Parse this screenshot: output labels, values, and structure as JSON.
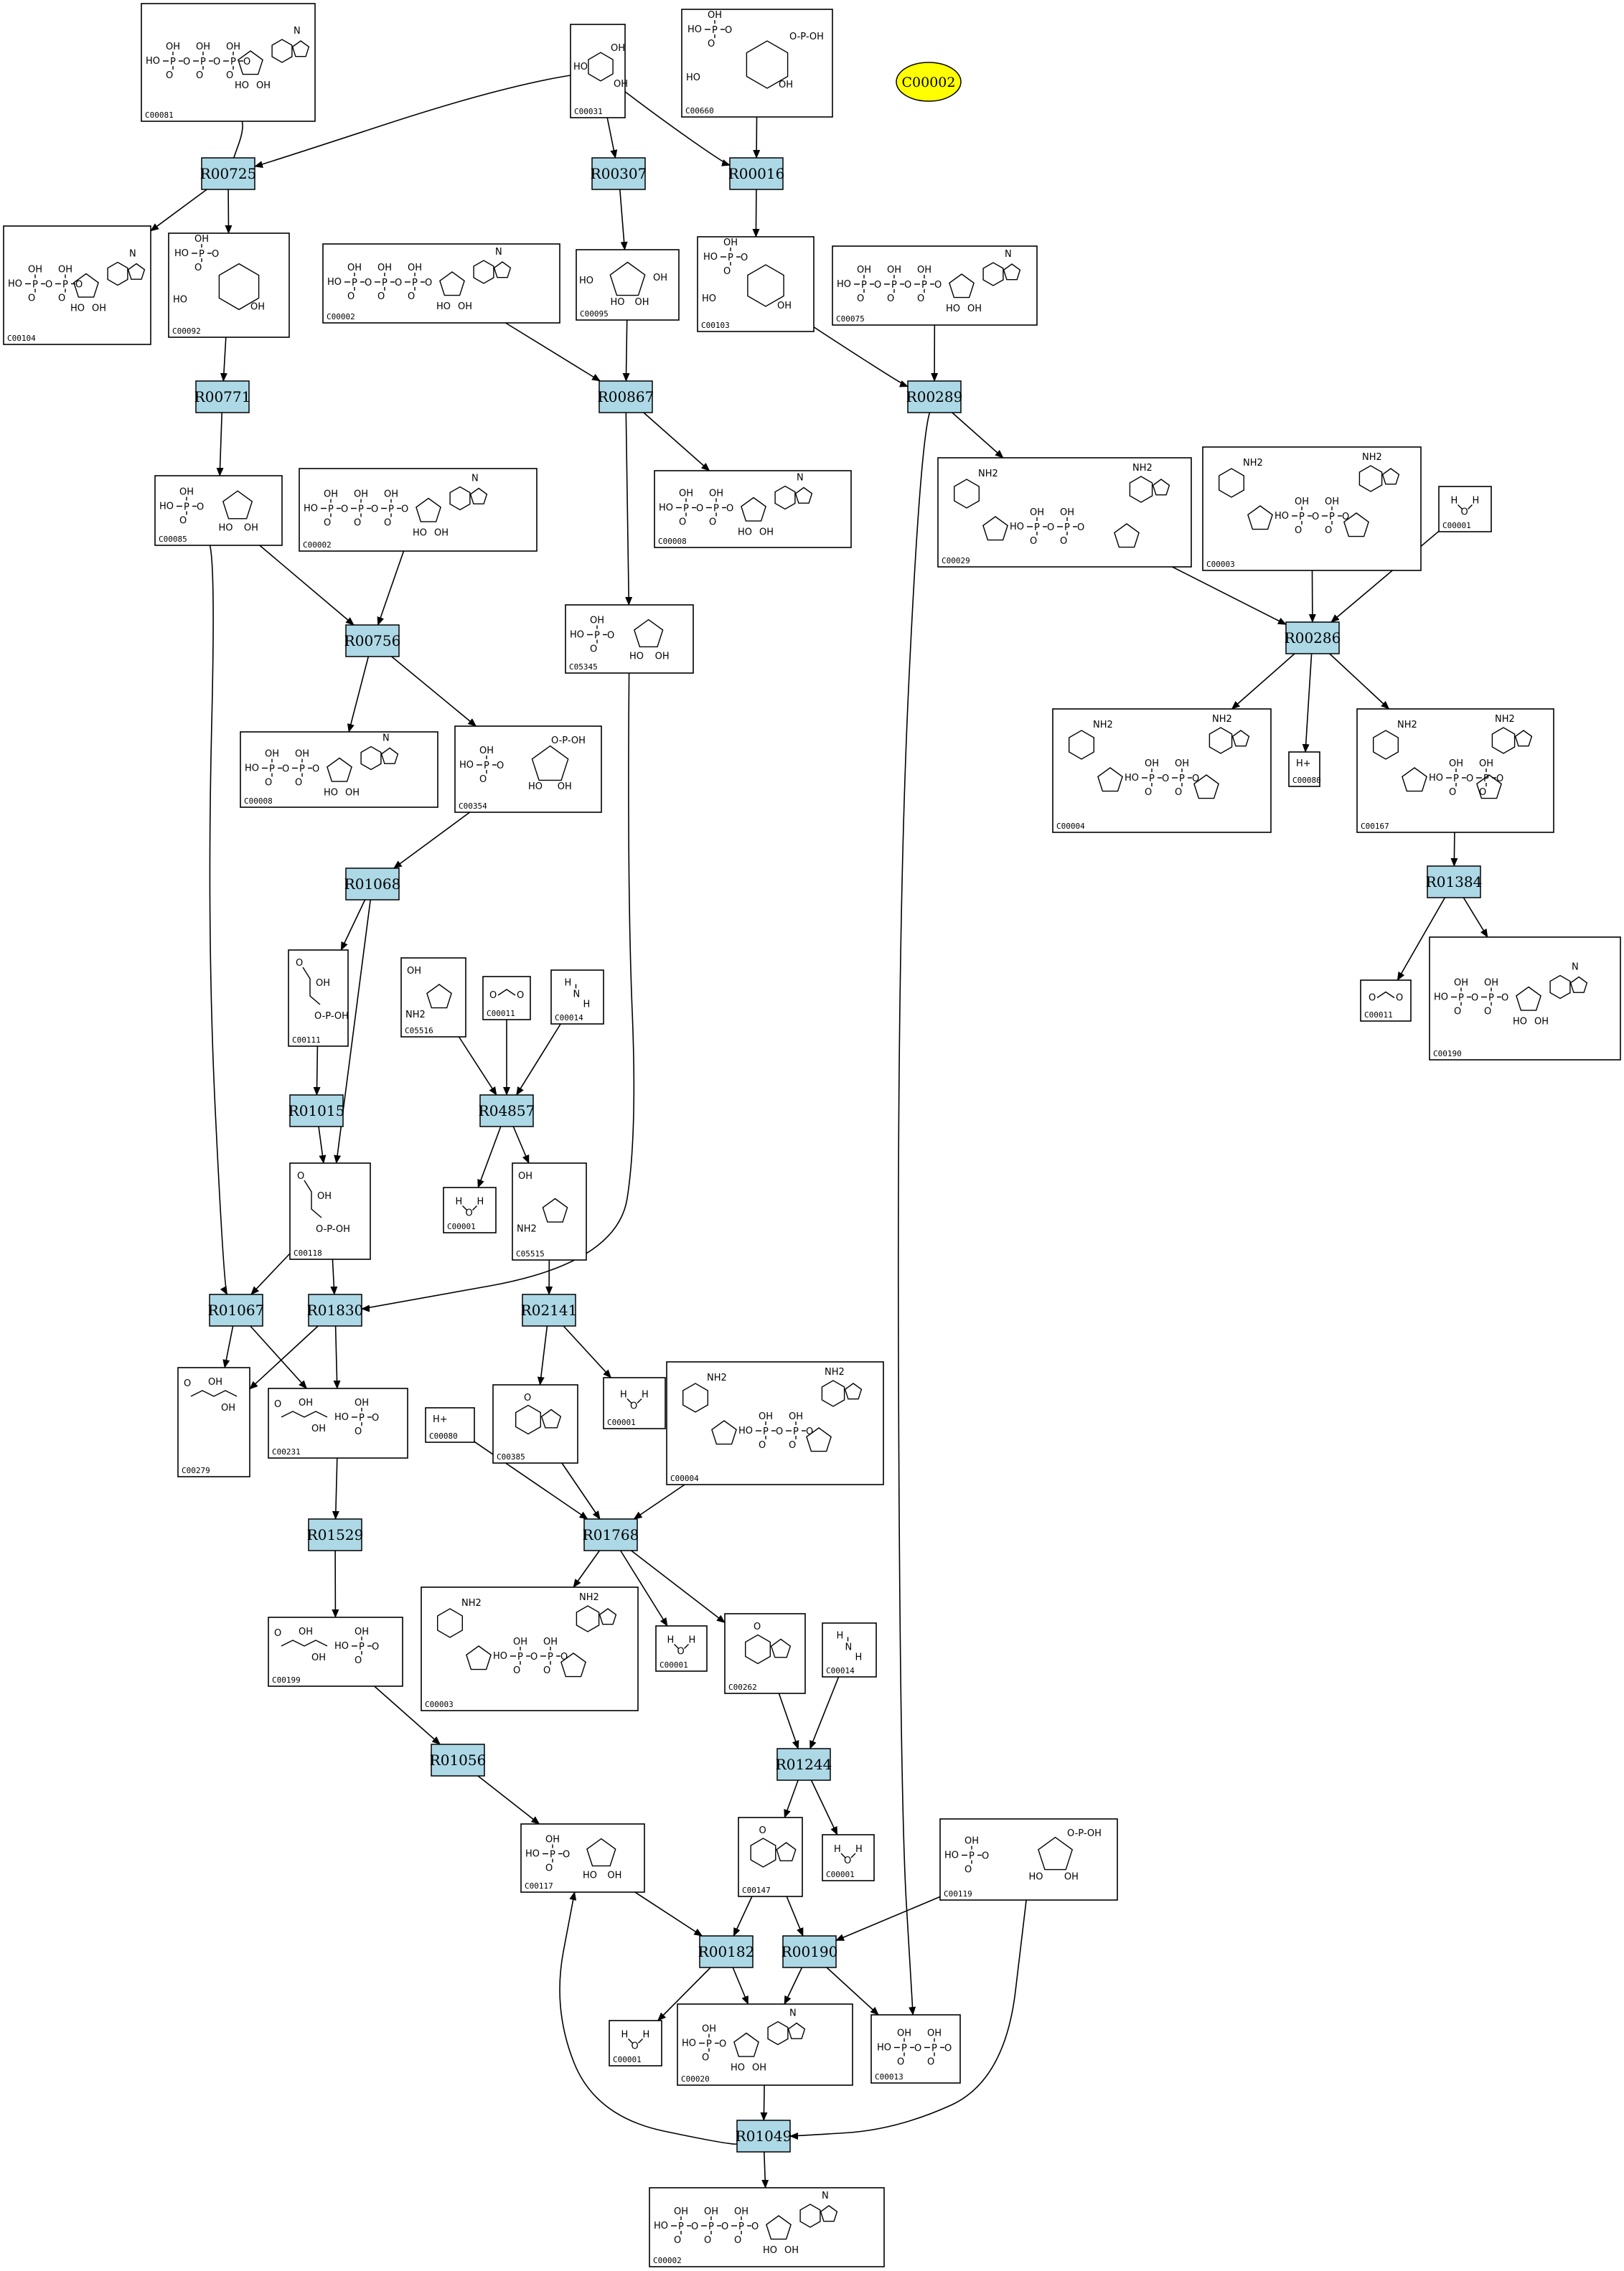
{
  "highlight": {
    "id": "C00002",
    "color": "#ffff00"
  },
  "reaction_color": "#add8e6",
  "reactions": [
    {
      "id": "R00725"
    },
    {
      "id": "R00307"
    },
    {
      "id": "R00016"
    },
    {
      "id": "R00771"
    },
    {
      "id": "R00867"
    },
    {
      "id": "R00289"
    },
    {
      "id": "R00756"
    },
    {
      "id": "R00286"
    },
    {
      "id": "R01068"
    },
    {
      "id": "R01384"
    },
    {
      "id": "R01015"
    },
    {
      "id": "R04857"
    },
    {
      "id": "R01067"
    },
    {
      "id": "R01830"
    },
    {
      "id": "R02141"
    },
    {
      "id": "R01529"
    },
    {
      "id": "R01768"
    },
    {
      "id": "R01056"
    },
    {
      "id": "R01244"
    },
    {
      "id": "R00182"
    },
    {
      "id": "R00190"
    },
    {
      "id": "R01049"
    }
  ],
  "compounds": [
    {
      "id": "C00081",
      "label": "C00081",
      "motif": "ntp"
    },
    {
      "id": "C00031",
      "label": "C00031",
      "motif": "sugar6"
    },
    {
      "id": "C00660",
      "label": "C00660",
      "motif": "sugar6p2"
    },
    {
      "id": "C00104",
      "label": "C00104",
      "motif": "ndp"
    },
    {
      "id": "C00092",
      "label": "C00092",
      "motif": "sugar6p"
    },
    {
      "id": "C00002a",
      "label": "C00002",
      "motif": "ntp"
    },
    {
      "id": "C00095",
      "label": "C00095",
      "motif": "sugar5"
    },
    {
      "id": "C00103",
      "label": "C00103",
      "motif": "sugar6p"
    },
    {
      "id": "C00075",
      "label": "C00075",
      "motif": "ntp"
    },
    {
      "id": "C00085",
      "label": "C00085",
      "motif": "sugar5p"
    },
    {
      "id": "C00002b",
      "label": "C00002",
      "motif": "ntp"
    },
    {
      "id": "C00008a",
      "label": "C00008",
      "motif": "ndp"
    },
    {
      "id": "C00029",
      "label": "C00029",
      "motif": "dinuc"
    },
    {
      "id": "C00003a",
      "label": "C00003",
      "motif": "dinuc"
    },
    {
      "id": "C00001a",
      "label": "C00001",
      "motif": "water"
    },
    {
      "id": "C05345",
      "label": "C05345",
      "motif": "sugar5p"
    },
    {
      "id": "C00008b",
      "label": "C00008",
      "motif": "ndp"
    },
    {
      "id": "C00354",
      "label": "C00354",
      "motif": "sugar5p2"
    },
    {
      "id": "C00004a",
      "label": "C00004",
      "motif": "dinuc"
    },
    {
      "id": "C00080a",
      "label": "C00080",
      "motif": "proton"
    },
    {
      "id": "C00167",
      "label": "C00167",
      "motif": "dinuc"
    },
    {
      "id": "C00111",
      "label": "C00111",
      "motif": "small"
    },
    {
      "id": "C05516",
      "label": "C05516",
      "motif": "ring5"
    },
    {
      "id": "C00011a",
      "label": "C00011",
      "motif": "co2"
    },
    {
      "id": "C00014a",
      "label": "C00014",
      "motif": "nh3"
    },
    {
      "id": "C00011b",
      "label": "C00011",
      "motif": "co2"
    },
    {
      "id": "C00190",
      "label": "C00190",
      "motif": "ndp"
    },
    {
      "id": "C00118",
      "label": "C00118",
      "motif": "small"
    },
    {
      "id": "C00001b",
      "label": "C00001",
      "motif": "water"
    },
    {
      "id": "C05515",
      "label": "C05515",
      "motif": "ring5"
    },
    {
      "id": "C00279",
      "label": "C00279",
      "motif": "chain"
    },
    {
      "id": "C00231",
      "label": "C00231",
      "motif": "chain"
    },
    {
      "id": "C00080b",
      "label": "C00080",
      "motif": "proton"
    },
    {
      "id": "C00385",
      "label": "C00385",
      "motif": "purine"
    },
    {
      "id": "C00001c",
      "label": "C00001",
      "motif": "water"
    },
    {
      "id": "C00004b",
      "label": "C00004",
      "motif": "dinuc"
    },
    {
      "id": "C00199",
      "label": "C00199",
      "motif": "chain"
    },
    {
      "id": "C00003b",
      "label": "C00003",
      "motif": "dinuc"
    },
    {
      "id": "C00001d",
      "label": "C00001",
      "motif": "water"
    },
    {
      "id": "C00262",
      "label": "C00262",
      "motif": "purine"
    },
    {
      "id": "C00014b",
      "label": "C00014",
      "motif": "nh3"
    },
    {
      "id": "C00117",
      "label": "C00117",
      "motif": "sugar5p"
    },
    {
      "id": "C00147",
      "label": "C00147",
      "motif": "purine"
    },
    {
      "id": "C00001e",
      "label": "C00001",
      "motif": "water"
    },
    {
      "id": "C00119",
      "label": "C00119",
      "motif": "sugar5p2"
    },
    {
      "id": "C00001f",
      "label": "C00001",
      "motif": "water"
    },
    {
      "id": "C00020",
      "label": "C00020",
      "motif": "nmp"
    },
    {
      "id": "C00013",
      "label": "C00013",
      "motif": "ppi"
    },
    {
      "id": "C00002c",
      "label": "C00002",
      "motif": "ntp"
    }
  ],
  "edges": [
    [
      "C00031",
      "R00725"
    ],
    [
      "C00081",
      "R00725"
    ],
    [
      "R00725",
      "C00104"
    ],
    [
      "R00725",
      "C00092"
    ],
    [
      "C00031",
      "R00307"
    ],
    [
      "R00307",
      "C00095"
    ],
    [
      "C00031",
      "R00016"
    ],
    [
      "C00660",
      "R00016"
    ],
    [
      "R00016",
      "C00103"
    ],
    [
      "C00092",
      "R00771"
    ],
    [
      "R00771",
      "C00085"
    ],
    [
      "C00002a",
      "R00867"
    ],
    [
      "C00095",
      "R00867"
    ],
    [
      "R00867",
      "C00008b"
    ],
    [
      "R00867",
      "C05345"
    ],
    [
      "C00103",
      "R00289"
    ],
    [
      "C00075",
      "R00289"
    ],
    [
      "R00289",
      "C00029"
    ],
    [
      "R00289",
      "C00013"
    ],
    [
      "C00085",
      "R00756"
    ],
    [
      "C00002b",
      "R00756"
    ],
    [
      "R00756",
      "C00008a"
    ],
    [
      "R00756",
      "C00354"
    ],
    [
      "C00029",
      "R00286"
    ],
    [
      "C00003a",
      "R00286"
    ],
    [
      "C00001a",
      "R00286"
    ],
    [
      "R00286",
      "C00004a"
    ],
    [
      "R00286",
      "C00080a"
    ],
    [
      "R00286",
      "C00167"
    ],
    [
      "C00354",
      "R01068"
    ],
    [
      "R01068",
      "C00111"
    ],
    [
      "R01068",
      "C00118"
    ],
    [
      "C00167",
      "R01384"
    ],
    [
      "R01384",
      "C00011b"
    ],
    [
      "R01384",
      "C00190"
    ],
    [
      "C00111",
      "R01015"
    ],
    [
      "R01015",
      "C00118"
    ],
    [
      "C05516",
      "R04857"
    ],
    [
      "C00011a",
      "R04857"
    ],
    [
      "C00014a",
      "R04857"
    ],
    [
      "R04857",
      "C00001b"
    ],
    [
      "R04857",
      "C05515"
    ],
    [
      "C00085",
      "R01067"
    ],
    [
      "C00118",
      "R01067"
    ],
    [
      "R01067",
      "C00279"
    ],
    [
      "R01067",
      "C00231"
    ],
    [
      "C00118",
      "R01830"
    ],
    [
      "C05345",
      "R01830"
    ],
    [
      "R01830",
      "C00279"
    ],
    [
      "R01830",
      "C00231"
    ],
    [
      "C05515",
      "R02141"
    ],
    [
      "R02141",
      "C00385"
    ],
    [
      "R02141",
      "C00001c"
    ],
    [
      "C00231",
      "R01529"
    ],
    [
      "R01529",
      "C00199"
    ],
    [
      "C00385",
      "R01768"
    ],
    [
      "C00080b",
      "R01768"
    ],
    [
      "C00004b",
      "R01768"
    ],
    [
      "R01768",
      "C00003b"
    ],
    [
      "R01768",
      "C00001d"
    ],
    [
      "R01768",
      "C00262"
    ],
    [
      "C00199",
      "R01056"
    ],
    [
      "R01056",
      "C00117"
    ],
    [
      "C00262",
      "R01244"
    ],
    [
      "C00014b",
      "R01244"
    ],
    [
      "R01244",
      "C00147"
    ],
    [
      "R01244",
      "C00001e"
    ],
    [
      "C00117",
      "R00182"
    ],
    [
      "C00147",
      "R00182"
    ],
    [
      "R00182",
      "C00001f"
    ],
    [
      "R00182",
      "C00020"
    ],
    [
      "C00147",
      "R00190"
    ],
    [
      "C00119",
      "R00190"
    ],
    [
      "R00190",
      "C00020"
    ],
    [
      "R00190",
      "C00013"
    ],
    [
      "C00020",
      "R01049"
    ],
    [
      "C00119",
      "R01049"
    ],
    [
      "R01049",
      "C00117"
    ],
    [
      "R01049",
      "C00002c"
    ]
  ],
  "labels": {
    "atom_oh": "OH",
    "atom_ho": "HO",
    "atom_p": "P",
    "atom_o": "O",
    "atom_n": "N",
    "atom_h": "H",
    "atom_nh2": "NH2",
    "atom_hplus": "H+"
  }
}
